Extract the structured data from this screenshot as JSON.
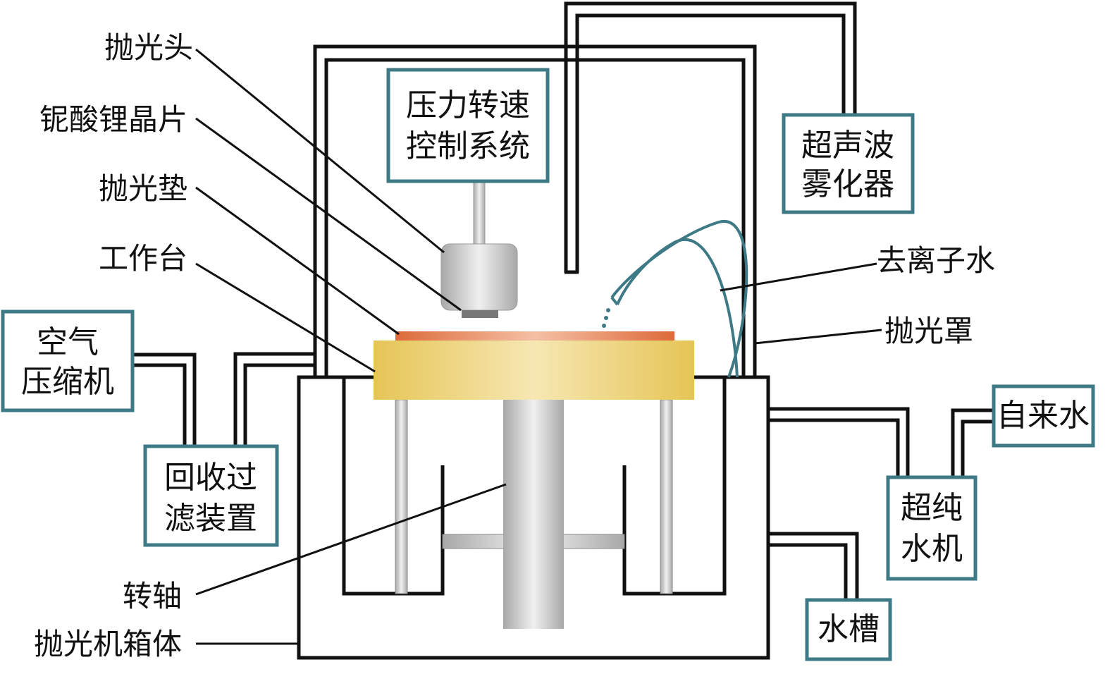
{
  "labels": {
    "polishing_head": "抛光头",
    "wafer": "铌酸锂晶片",
    "polishing_pad": "抛光垫",
    "worktable": "工作台",
    "shaft": "转轴",
    "machine_body": "抛光机箱体",
    "deionized_water": "去离子水",
    "polishing_hood": "抛光罩"
  },
  "boxes": {
    "control": [
      "压力转速",
      "控制系统"
    ],
    "atomizer": [
      "超声波",
      "雾化器"
    ],
    "compressor": [
      "空气",
      "压缩机"
    ],
    "recycle_filter": [
      "回收过",
      "滤装置"
    ],
    "tap_water": "自来水",
    "ultrapure": [
      "超纯",
      "水机"
    ],
    "sink": "水槽"
  },
  "colors": {
    "box_border": "#3e7a86",
    "water_tube": "#3e7a86",
    "worktable": "#e8c85c",
    "pad": "#e07a48",
    "metal": "#c4c4c4"
  }
}
